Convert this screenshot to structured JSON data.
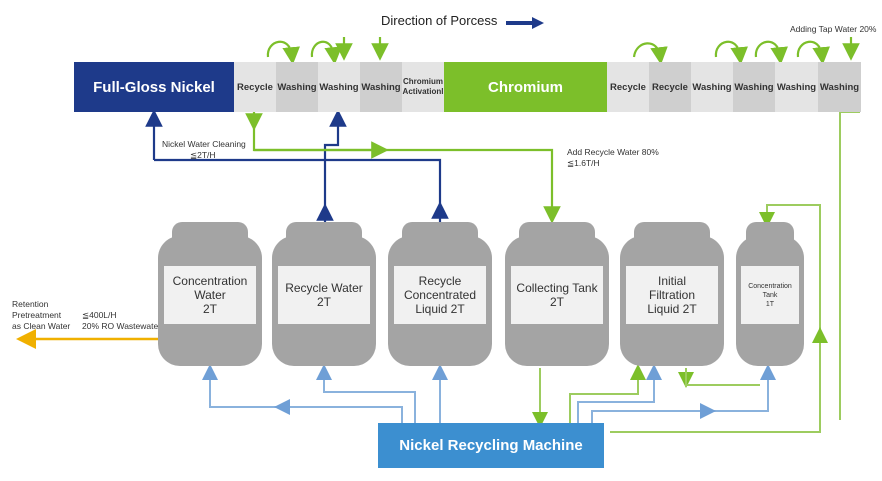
{
  "direction_label": "Direction of Porcess",
  "adding_tap_water": "Adding Tap Water 20%",
  "process": {
    "nickel": "Full-Gloss Nickel",
    "chromium": "Chromium",
    "cells_left": [
      "Recycle",
      "Washing",
      "Washing",
      "Washing"
    ],
    "activation": [
      "Chromium",
      "Activationl"
    ],
    "cells_right": [
      "Recycle",
      "Recycle",
      "Washing",
      "Washing",
      "Washing",
      "Washing"
    ]
  },
  "annotations": {
    "nickel_cleaning_1": "Nickel Water Cleaning",
    "nickel_cleaning_2": "≦2T/H",
    "add_recycle_1": "Add Recycle Water 80%",
    "add_recycle_2": "≦1.6T/H",
    "retention_1": "Retention",
    "retention_2": "Pretreatment",
    "retention_3": "as Clean Water",
    "retention_val_1": "≦400L/H",
    "retention_val_2": "20% RO Wastewater"
  },
  "tanks": [
    [
      "Concentration",
      "Water",
      "2T"
    ],
    [
      "Recycle Water",
      "2T"
    ],
    [
      "Recycle",
      "Concentrated",
      "Liquid 2T"
    ],
    [
      "Collecting Tank",
      "2T"
    ],
    [
      "Initial",
      "Filtration",
      "Liquid 2T"
    ],
    [
      "Concentration",
      "Tank",
      "1T"
    ]
  ],
  "machine": "Nickel Recycling Machine",
  "colors": {
    "navy": "#1e3a8a",
    "green": "#7cbf2a",
    "blue_flow": "#8ab2dd",
    "green_flow": "#9dcc5f",
    "orange": "#f0b000",
    "tank": "#a4a4a4",
    "machine": "#3c8fd0"
  }
}
